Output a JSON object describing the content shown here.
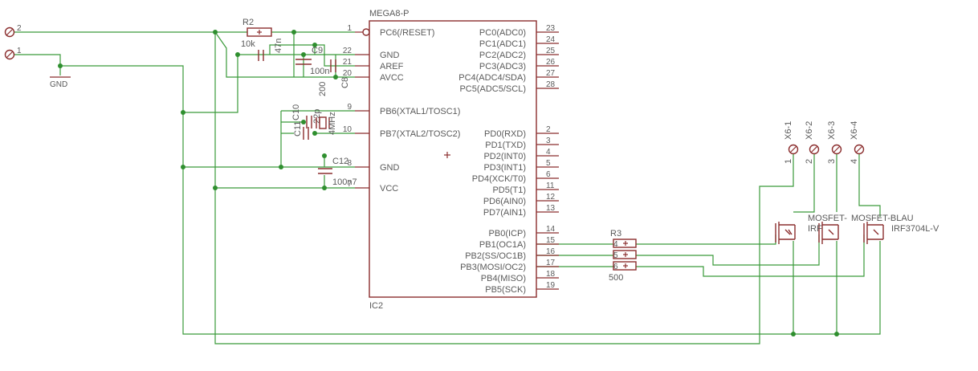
{
  "schematic": {
    "ic": {
      "name": "MEGA8-P",
      "ref": "IC2"
    },
    "left_pins": [
      {
        "num": "1",
        "label": "PC6(/RESET)"
      },
      {
        "num": "22",
        "label": "GND"
      },
      {
        "num": "21",
        "label": "AREF"
      },
      {
        "num": "20",
        "label": "AVCC"
      },
      {
        "num": "9",
        "label": "PB6(XTAL1/TOSC1)"
      },
      {
        "num": "10",
        "label": "PB7(XTAL2/TOSC2)"
      },
      {
        "num": "8",
        "label": "GND"
      },
      {
        "num": "7",
        "label": "VCC"
      }
    ],
    "right_pins": [
      {
        "num": "23",
        "label": "PC0(ADC0)"
      },
      {
        "num": "24",
        "label": "PC1(ADC1)"
      },
      {
        "num": "25",
        "label": "PC2(ADC2)"
      },
      {
        "num": "26",
        "label": "PC3(ADC3)"
      },
      {
        "num": "27",
        "label": "PC4(ADC4/SDA)"
      },
      {
        "num": "28",
        "label": "PC5(ADC5/SCL)"
      },
      {
        "num": "2",
        "label": "PD0(RXD)"
      },
      {
        "num": "3",
        "label": "PD1(TXD)"
      },
      {
        "num": "4",
        "label": "PD2(INT0)"
      },
      {
        "num": "5",
        "label": "PD3(INT1)"
      },
      {
        "num": "6",
        "label": "PD4(XCK/T0)"
      },
      {
        "num": "11",
        "label": "PD5(T1)"
      },
      {
        "num": "12",
        "label": "PD6(AIN0)"
      },
      {
        "num": "13",
        "label": "PD7(AIN1)"
      },
      {
        "num": "14",
        "label": "PB0(ICP)"
      },
      {
        "num": "15",
        "label": "PB1(OC1A)"
      },
      {
        "num": "16",
        "label": "PB2(SS/OC1B)"
      },
      {
        "num": "17",
        "label": "PB3(MOSI/OC2)"
      },
      {
        "num": "18",
        "label": "PB4(MISO)"
      },
      {
        "num": "19",
        "label": "PB5(SCK)"
      }
    ],
    "terminals": {
      "t2": "2",
      "t1": "1",
      "gnd": "GND"
    },
    "r2": {
      "name": "R2",
      "value": "10k"
    },
    "c47": "47n",
    "c9": "C9",
    "c100": "100n",
    "c200": "200",
    "c8": "C8",
    "c10": "C10",
    "c11": "C11",
    "c22": "22p",
    "q4": "4MHz",
    "c12": "C12",
    "c100n7": "100n7",
    "r3": {
      "name": "R3",
      "v1": "4",
      "v2": "5",
      "v3": "6",
      "value": "500"
    },
    "headers": [
      "X6-1",
      "X6-2",
      "X6-3",
      "X6-4"
    ],
    "header_pins": [
      "1",
      "2",
      "3",
      "4"
    ],
    "mosfet": {
      "name1": "MOSFET-",
      "name2": "MOSFET-BLAU",
      "part1": "IRF",
      "part2": "IRF3704L-V",
      "overlap": "MOSFET-MOSFET-BLAU"
    }
  }
}
